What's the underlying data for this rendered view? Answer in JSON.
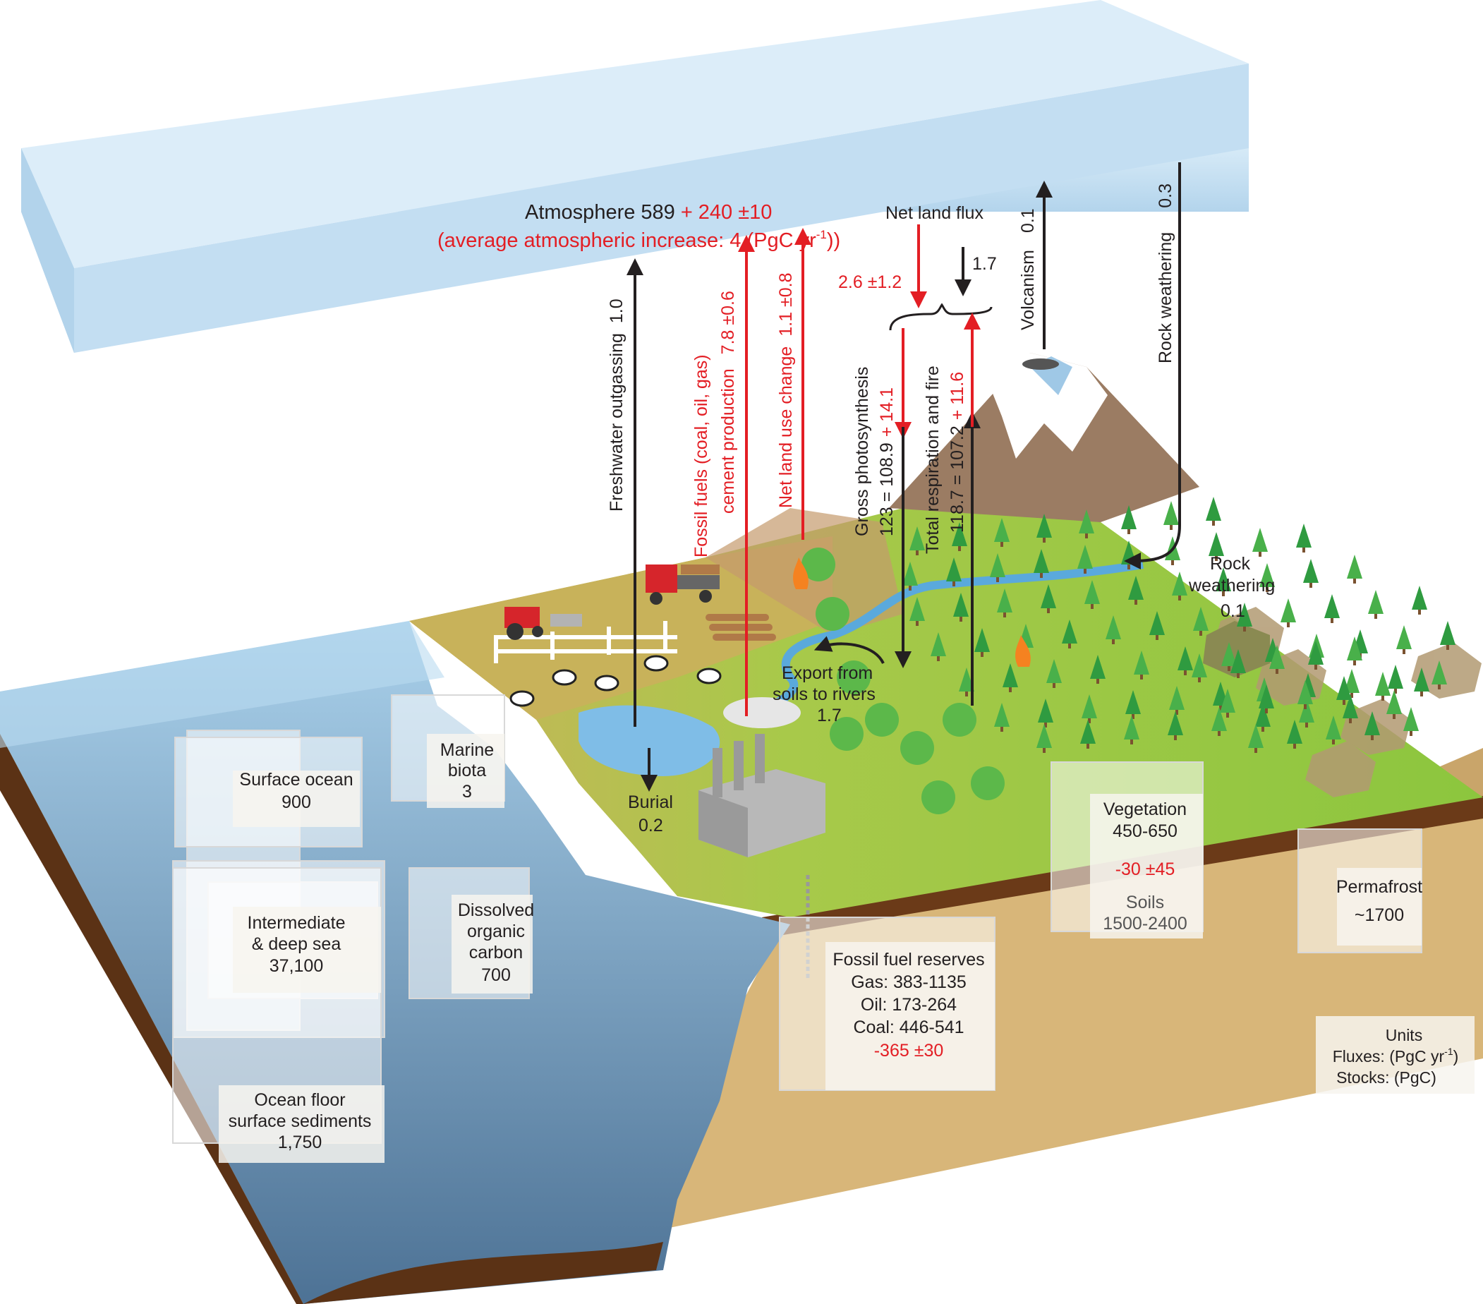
{
  "atmosphere": {
    "title_black": "Atmosphere 589",
    "title_red": "+ 240 ±10",
    "subtitle_red_a": "(average atmospheric increase: 4 (PgC yr",
    "subtitle_sup": "-1",
    "subtitle_red_b": "))"
  },
  "fluxes": {
    "freshwater": {
      "label": "Freshwater outgassing",
      "value": "1.0"
    },
    "fossil": {
      "line1": "Fossil fuels (coal, oil, gas)",
      "line2": "cement production",
      "value": "7.8 ±0.6"
    },
    "landuse": {
      "label": "Net land use change",
      "value": "1.1 ±0.8"
    },
    "net_land": {
      "label": "Net land flux",
      "red_value": "2.6 ±1.2",
      "black_value": "1.7"
    },
    "gpp": {
      "label": "Gross photosynthesis",
      "value_black": "123 = 108.9",
      "value_red": "+ 14.1"
    },
    "resp": {
      "label": "Total respiration and fire",
      "value_black": "118.7 = 107.2",
      "value_red": "+ 11.6"
    },
    "volcanism": {
      "label": "Volcanism",
      "value": "0.1"
    },
    "rock_atm": {
      "label": "Rock weathering",
      "value": "0.3"
    },
    "rock_land": {
      "line1": "Rock",
      "line2": "weathering",
      "value": "0.1"
    },
    "export": {
      "line1": "Export from",
      "line2": "soils to rivers",
      "value": "1.7"
    },
    "burial": {
      "label": "Burial",
      "value": "0.2"
    }
  },
  "stocks": {
    "surface_ocean": {
      "label": "Surface ocean",
      "value": "900"
    },
    "marine_biota": {
      "line1": "Marine",
      "line2": "biota",
      "value": "3"
    },
    "deep_sea": {
      "line1": "Intermediate",
      "line2": "& deep sea",
      "value": "37,100"
    },
    "doc": {
      "line1": "Dissolved",
      "line2": "organic",
      "line3": "carbon",
      "value": "700"
    },
    "sediments": {
      "line1": "Ocean floor",
      "line2": "surface sediments",
      "value": "1,750"
    },
    "vegetation": {
      "label": "Vegetation",
      "value": "450-650"
    },
    "soils": {
      "change": "-30 ±45",
      "label": "Soils",
      "value": "1500-2400"
    },
    "permafrost": {
      "label": "Permafrost",
      "value": "~1700"
    },
    "fossil_reserves": {
      "title": "Fossil fuel reserves",
      "gas": "Gas: 383-1135",
      "oil": "Oil: 173-264",
      "coal": "Coal: 446-541",
      "change": "-365 ±30"
    }
  },
  "units": {
    "title": "Units",
    "fluxes": "Fluxes: (PgC yr",
    "fluxes_sup": "-1",
    "fluxes_end": ")",
    "stocks": "Stocks: (PgC)"
  },
  "colors": {
    "red": "#e31e24",
    "black": "#231f20",
    "atmosphere": "#bcdcf0",
    "ocean": "#7fb2d4",
    "land": "#9ccb3b",
    "soil": "#d8b679",
    "soil_dark": "#5a2e12"
  }
}
